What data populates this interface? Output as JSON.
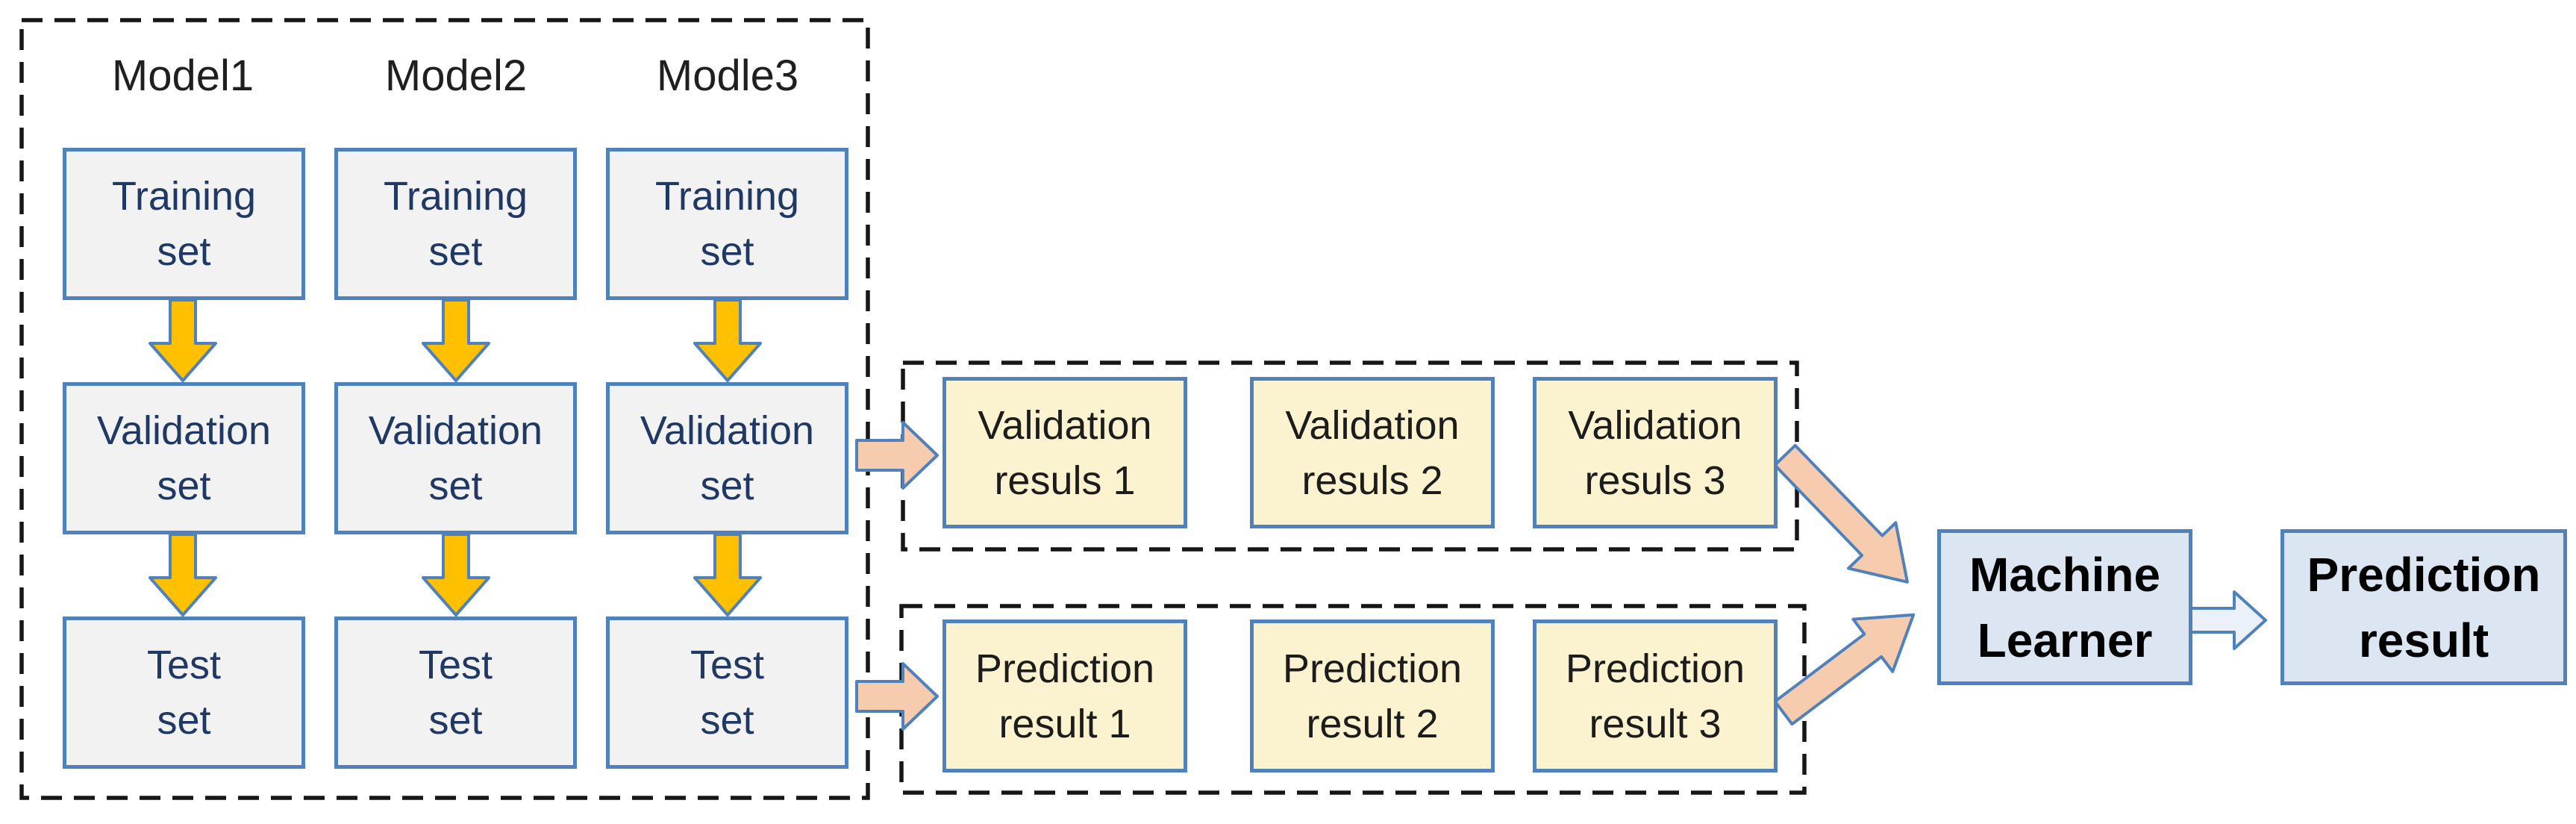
{
  "left_panel": {
    "columns": [
      {
        "title": "Model1",
        "training": {
          "l1": "Training",
          "l2": "set"
        },
        "validation": {
          "l1": "Validation",
          "l2": "set"
        },
        "test": {
          "l1": "Test",
          "l2": "set"
        }
      },
      {
        "title": "Model2",
        "training": {
          "l1": "Training",
          "l2": "set"
        },
        "validation": {
          "l1": "Validation",
          "l2": "set"
        },
        "test": {
          "l1": "Test",
          "l2": "set"
        }
      },
      {
        "title": "Modle3",
        "training": {
          "l1": "Training",
          "l2": "set"
        },
        "validation": {
          "l1": "Validation",
          "l2": "set"
        },
        "test": {
          "l1": "Test",
          "l2": "set"
        }
      }
    ]
  },
  "validation_results": {
    "items": [
      {
        "l1": "Validation",
        "l2": "resuls 1"
      },
      {
        "l1": "Validation",
        "l2": "resuls 2"
      },
      {
        "l1": "Validation",
        "l2": "resuls 3"
      }
    ]
  },
  "prediction_results": {
    "items": [
      {
        "l1": "Prediction",
        "l2": "result 1"
      },
      {
        "l1": "Prediction",
        "l2": "result 2"
      },
      {
        "l1": "Prediction",
        "l2": "result 3"
      }
    ]
  },
  "machine_learner": {
    "l1": "Machine",
    "l2": "Learner"
  },
  "prediction_result": {
    "l1": "Prediction",
    "l2": "result"
  },
  "colors": {
    "box_border": "#4f81bd",
    "gray_fill": "#f2f2f2",
    "cream_fill": "#fbf2d0",
    "blue_fill": "#dce6f2",
    "yellow_arrow": "#ffc000",
    "peach_arrow": "#f7cbad",
    "learner_arrow_fill": "#eaf1f9",
    "navy_text": "#1f3864",
    "dashed_border": "#161616"
  }
}
